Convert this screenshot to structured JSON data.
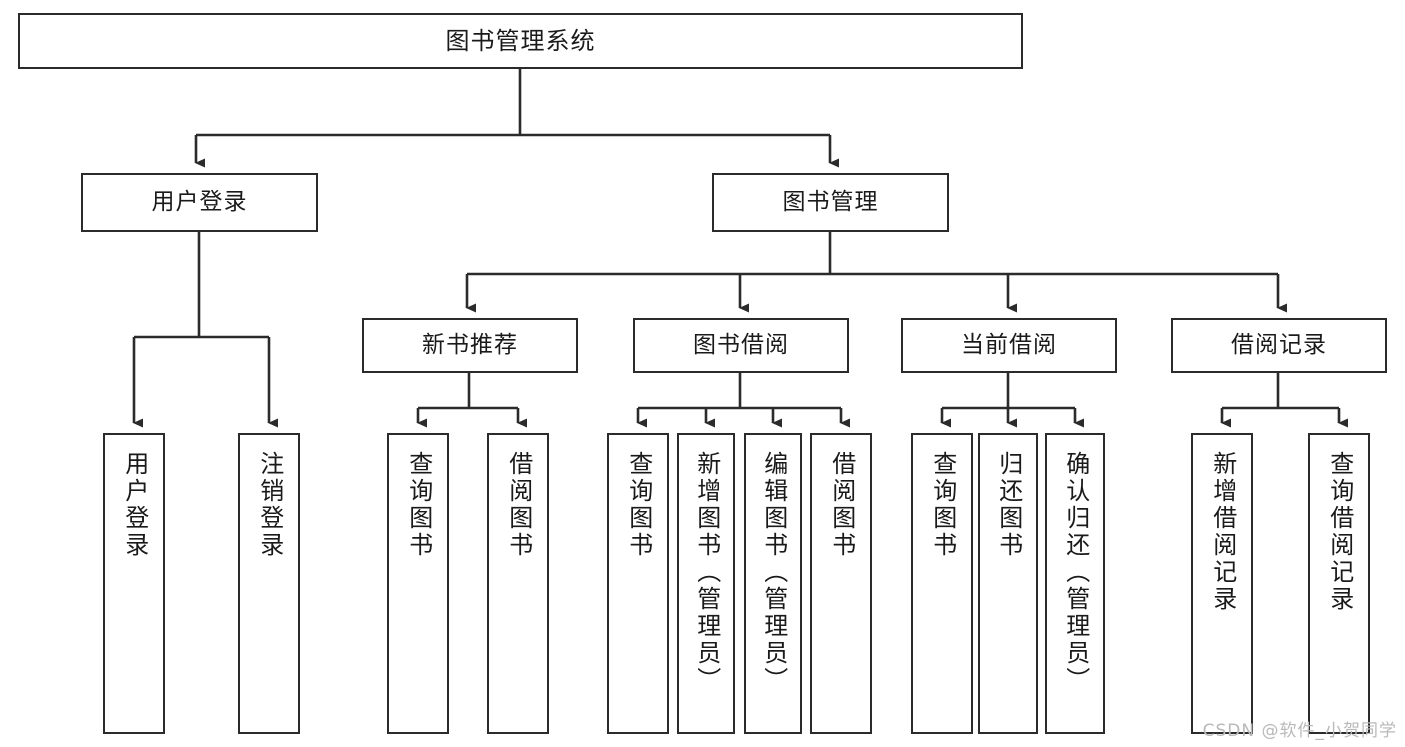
{
  "diagram": {
    "title": "图书管理系统",
    "watermark": "CSDN @软件_小贺同学",
    "stroke_color": "#2b2b2b",
    "text_color": "#1a1a1a",
    "background_color": "#ffffff",
    "watermark_color": "#b9b9b9"
  },
  "nodes": {
    "root": {
      "label": "图书管理系统"
    },
    "level2": [
      {
        "label": "用户登录"
      },
      {
        "label": "图书管理"
      }
    ],
    "level3": [
      {
        "label": "新书推荐"
      },
      {
        "label": "图书借阅"
      },
      {
        "label": "当前借阅"
      },
      {
        "label": "借阅记录"
      }
    ],
    "leaves": {
      "user_login": [
        {
          "label": "用户登录"
        },
        {
          "label": "注销登录"
        }
      ],
      "new_book": [
        {
          "label": "查询图书"
        },
        {
          "label": "借阅图书"
        }
      ],
      "book_borrow": [
        {
          "label": "查询图书"
        },
        {
          "label": "新增图书（管理员）"
        },
        {
          "label": "编辑图书（管理员）"
        },
        {
          "label": "借阅图书"
        }
      ],
      "current_borrow": [
        {
          "label": "查询图书"
        },
        {
          "label": "归还图书"
        },
        {
          "label": "确认归还（管理员）"
        }
      ],
      "borrow_record": [
        {
          "label": "新增借阅记录"
        },
        {
          "label": "查询借阅记录"
        }
      ]
    }
  }
}
